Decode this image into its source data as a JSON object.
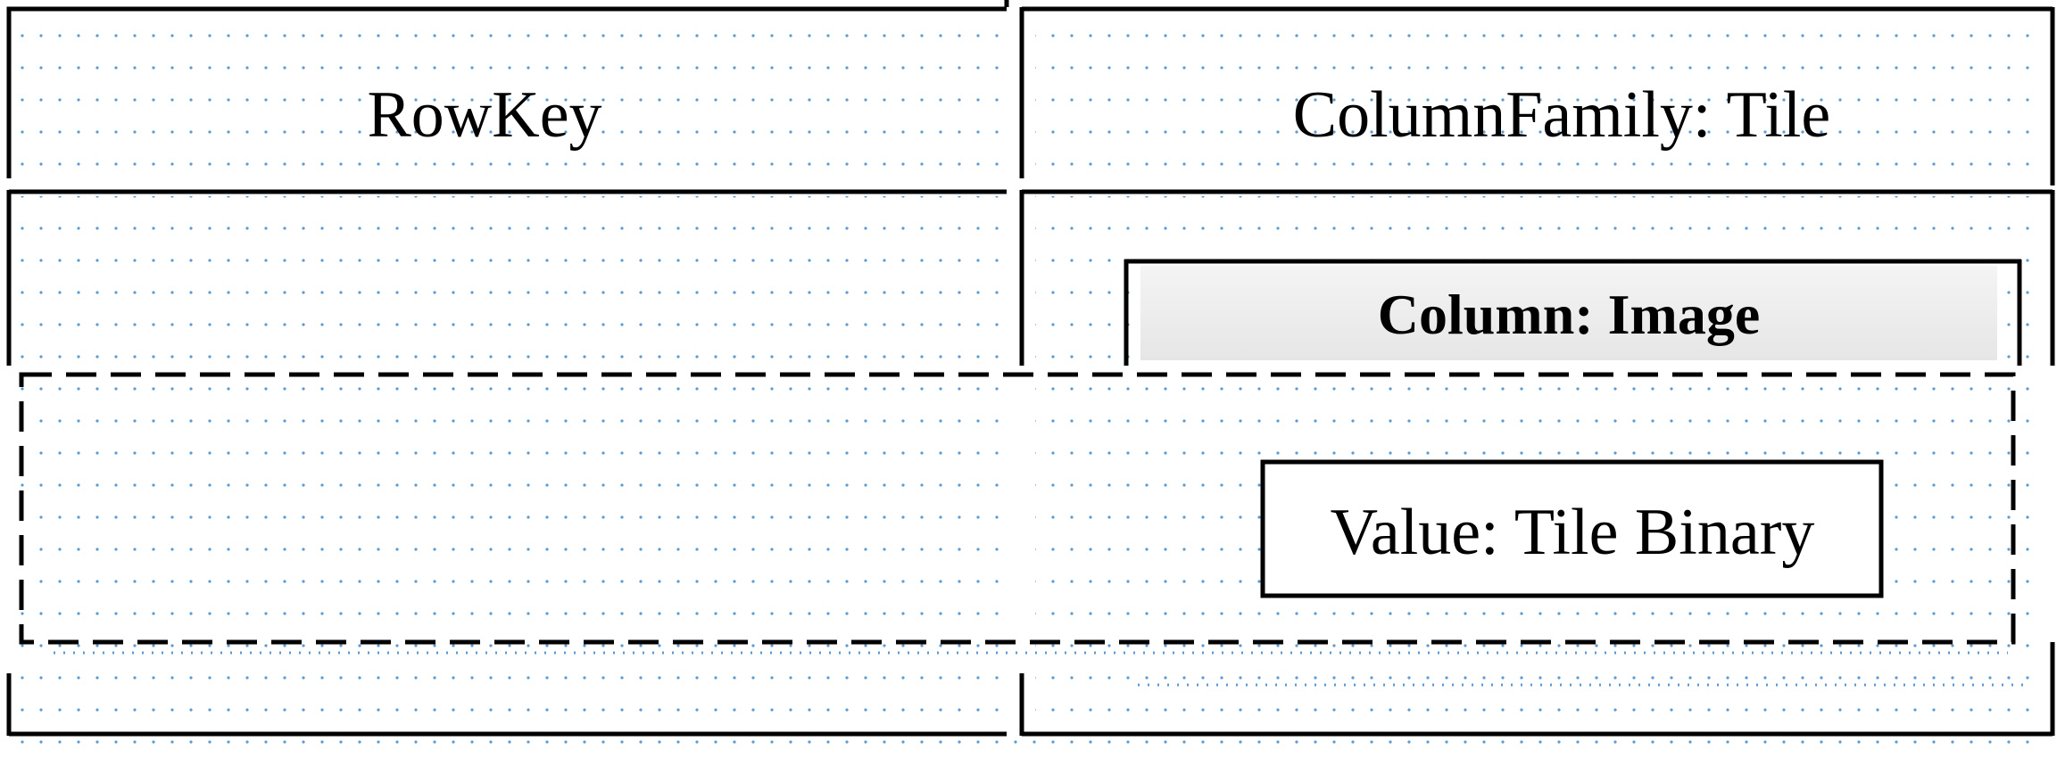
{
  "header": {
    "rowkey_label": "RowKey",
    "column_family_label": "ColumnFamily: Tile"
  },
  "column": {
    "label": "Column: Image"
  },
  "cell": {
    "value_label": "Value: Tile Binary"
  },
  "colors": {
    "line": "#000000",
    "dot_grid": "#5b9bd5",
    "column_header_gradient_top": "#f4f4f4",
    "column_header_gradient_bottom": "#e6e6e6"
  }
}
